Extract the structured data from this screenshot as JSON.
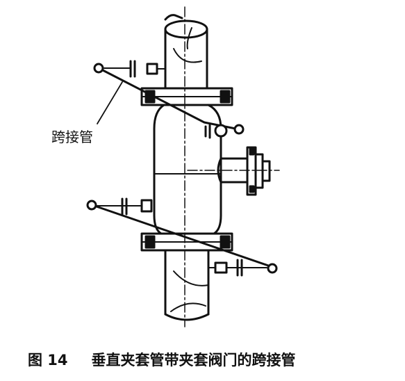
{
  "diagram": {
    "label_crossover": "跨接管"
  },
  "caption": {
    "figure_number": "图 14",
    "title": "垂直夹套管带夹套阀门的跨接管"
  }
}
